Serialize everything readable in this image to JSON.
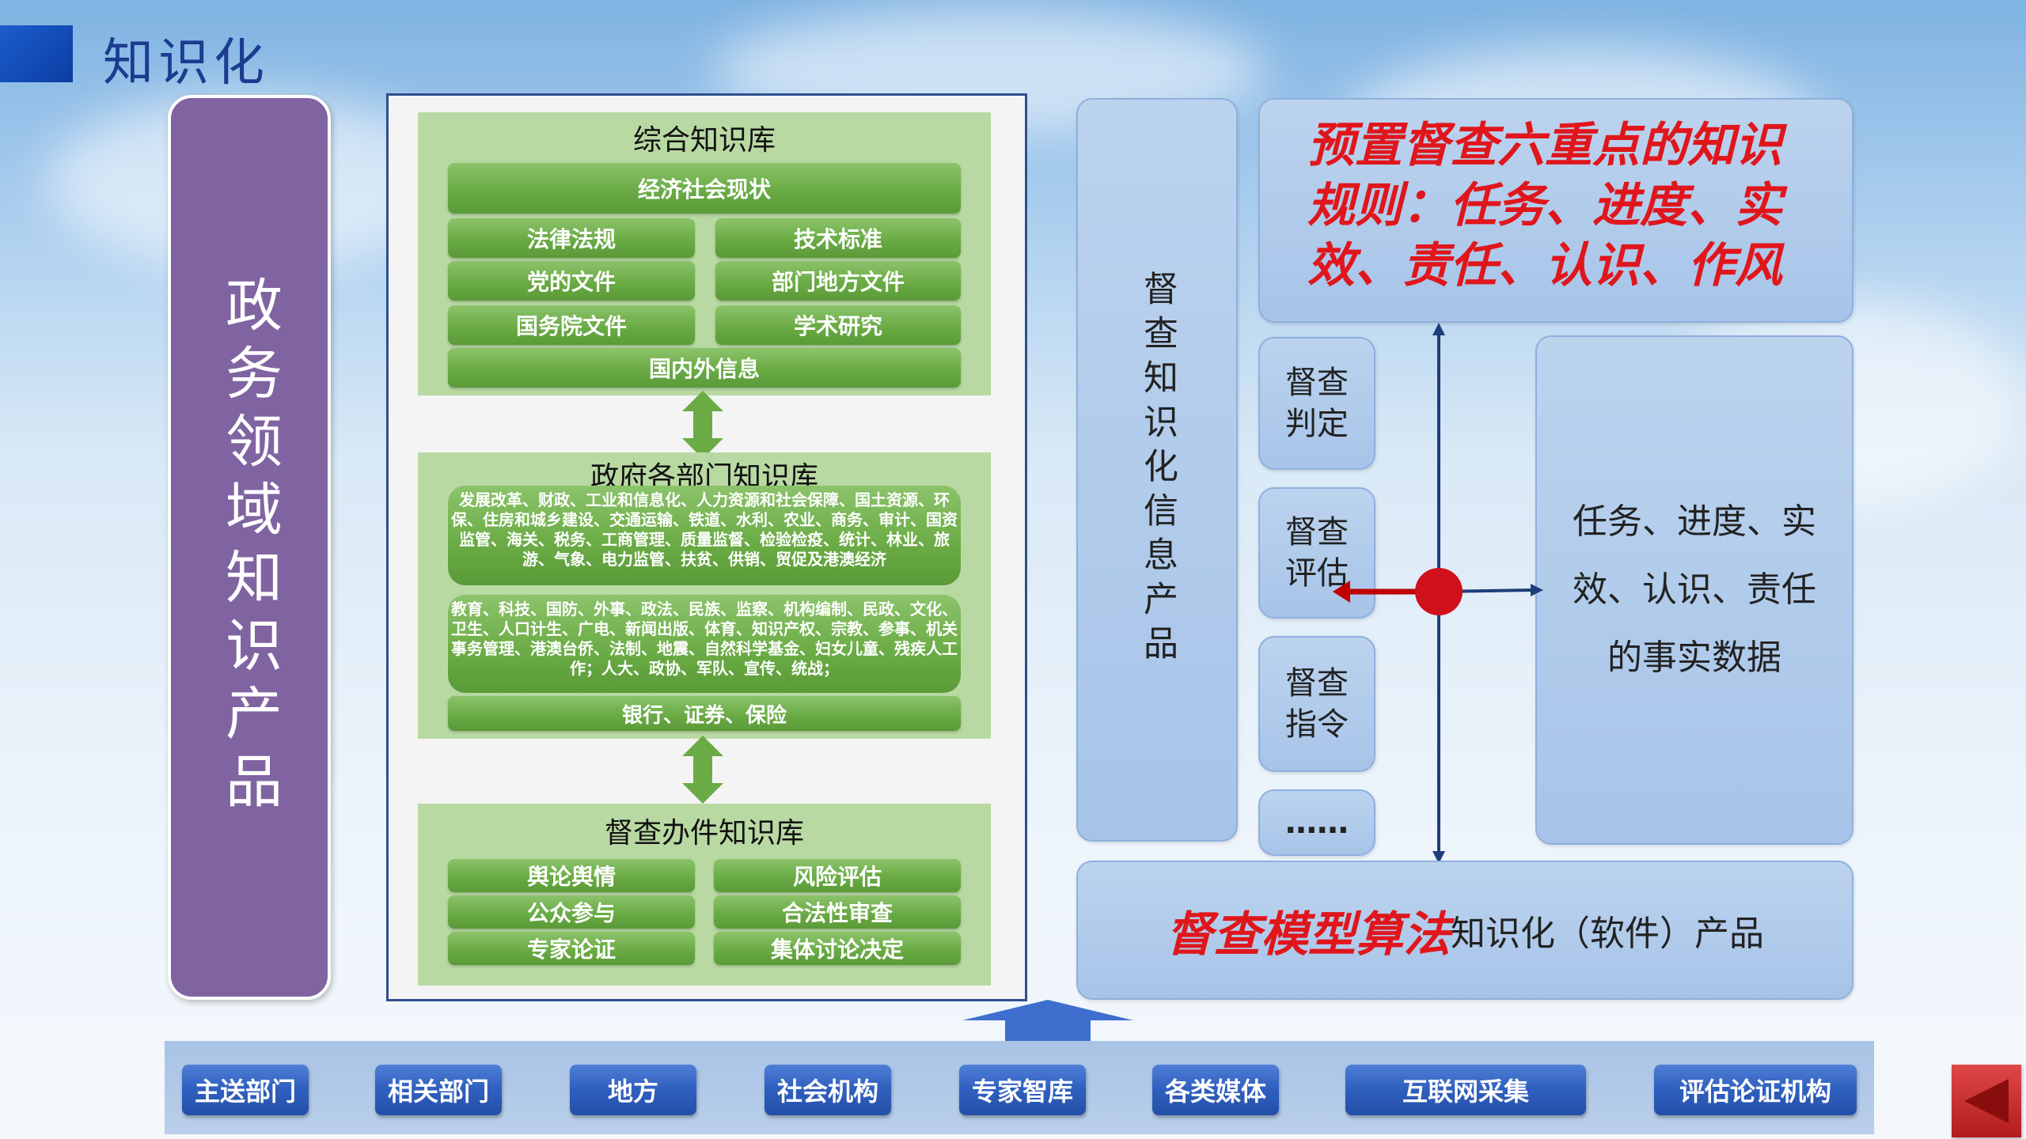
{
  "header": {
    "title": "知识化"
  },
  "left_column": {
    "label": "政务领域知识产品"
  },
  "comprehensive_kb": {
    "title": "综合知识库",
    "items": [
      "经济社会现状",
      "法律法规",
      "技术标准",
      "党的文件",
      "部门地方文件",
      "国务院文件",
      "学术研究",
      "国内外信息"
    ]
  },
  "gov_kb": {
    "title": "政府各部门知识库",
    "para1": "发展改革、财政、工业和信息化、人力资源和社会保障、国土资源、环保、住房和城乡建设、交通运输、铁道、水利、农业、商务、审计、国资监管、海关、税务、工商管理、质量监督、检验检疫、统计、林业、旅游、气象、电力监管、扶贫、供销、贸促及港澳经济",
    "para2": "教育、科技、国防、外事、政法、民族、监察、机构编制、民政、文化、卫生、人口计生、广电、新闻出版、体育、知识产权、宗教、参事、机关事务管理、港澳台侨、法制、地震、自然科学基金、妇女儿童、残疾人工作；人大、政协、军队、宣传、统战；",
    "bank": "银行、证券、保险"
  },
  "supervision_kb": {
    "title": "督查办件知识库",
    "items": [
      "舆论舆情",
      "风险评估",
      "公众参与",
      "合法性审查",
      "专家论证",
      "集体讨论决定"
    ]
  },
  "info_product": {
    "label": "督查知识化信息产品"
  },
  "rules": {
    "text": "预置督查六重点的知识规则：任务、进度、实效、责任、认识、作风"
  },
  "actions": {
    "judge": "督查判定",
    "assess": "督查评估",
    "command": "督查指令",
    "more": "……"
  },
  "facts": {
    "text": "任务、进度、实效、认识、责任的事实数据"
  },
  "model": {
    "red": "督查模型算法",
    "rest": "知识化（软件）产品"
  },
  "sources": [
    "主送部门",
    "相关部门",
    "地方",
    "社会机构",
    "专家智库",
    "各类媒体",
    "互联网采集",
    "评估论证机构"
  ],
  "colors": {
    "purple": "#8064a2",
    "green": "#6aab45",
    "red": "#e0161c",
    "blue": "#2f5fbe"
  }
}
